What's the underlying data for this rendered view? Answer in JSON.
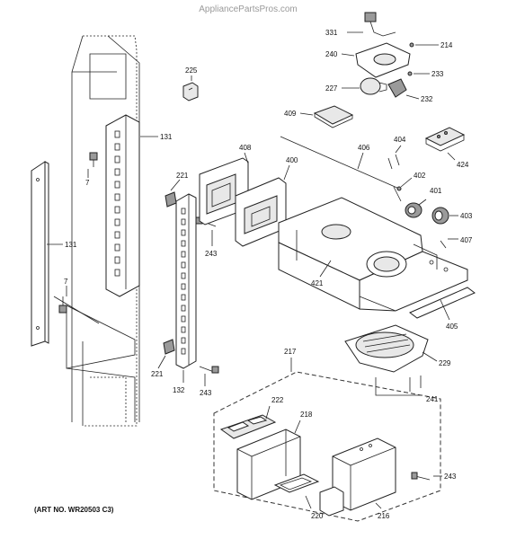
{
  "watermark": "AppliancePartsPros.com",
  "caption": "(ART NO. WR20503 C3)",
  "callouts": {
    "p331": "331",
    "p214": "214",
    "p240": "240",
    "p233": "233",
    "p227": "227",
    "p232": "232",
    "p225": "225",
    "p409": "409",
    "p131a": "131",
    "p131b": "131",
    "p7a": "7",
    "p7b": "7",
    "p408": "408",
    "p406": "406",
    "p404": "404",
    "p424": "424",
    "p400": "400",
    "p221a": "221",
    "p221b": "221",
    "p243a": "243",
    "p243b": "243",
    "p243c": "243",
    "p402": "402",
    "p401": "401",
    "p403": "403",
    "p407": "407",
    "p421": "421",
    "p405": "405",
    "p229": "229",
    "p132": "132",
    "p217": "217",
    "p241": "241",
    "p222": "222",
    "p218": "218",
    "p220": "220",
    "p216": "216"
  }
}
